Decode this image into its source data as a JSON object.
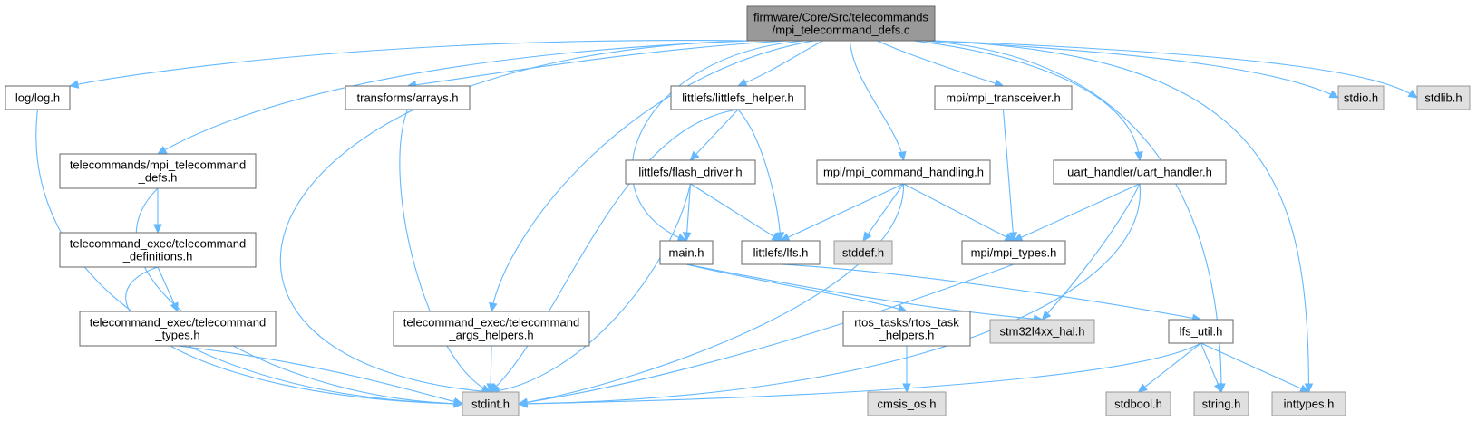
{
  "colors": {
    "edge": "#63b8ff",
    "root_fill": "#999999",
    "node_fill": "#ffffff",
    "node_border": "#666666",
    "system_fill": "#e0e0e0",
    "system_border": "#999999"
  },
  "nodes": [
    {
      "id": "root",
      "kind": "root",
      "lines": [
        "firmware/Core/Src/telecommands",
        "/mpi_telecommand_defs.c"
      ]
    },
    {
      "id": "log",
      "kind": "file",
      "lines": [
        "log/log.h"
      ]
    },
    {
      "id": "transforms",
      "kind": "file",
      "lines": [
        "transforms/arrays.h"
      ]
    },
    {
      "id": "littlefs_helper",
      "kind": "file",
      "lines": [
        "littlefs/littlefs_helper.h"
      ]
    },
    {
      "id": "mpi_transceiver",
      "kind": "file",
      "lines": [
        "mpi/mpi_transceiver.h"
      ]
    },
    {
      "id": "stdio",
      "kind": "system",
      "lines": [
        "stdio.h"
      ]
    },
    {
      "id": "stdlib",
      "kind": "system",
      "lines": [
        "stdlib.h"
      ]
    },
    {
      "id": "tc_defs_h",
      "kind": "file",
      "lines": [
        "telecommands/mpi_telecommand",
        "_defs.h"
      ]
    },
    {
      "id": "flash_driver",
      "kind": "file",
      "lines": [
        "littlefs/flash_driver.h"
      ]
    },
    {
      "id": "mpi_cmd_handling",
      "kind": "file",
      "lines": [
        "mpi/mpi_command_handling.h"
      ]
    },
    {
      "id": "uart_handler",
      "kind": "file",
      "lines": [
        "uart_handler/uart_handler.h"
      ]
    },
    {
      "id": "tc_definitions",
      "kind": "file",
      "lines": [
        "telecommand_exec/telecommand",
        "_definitions.h"
      ]
    },
    {
      "id": "main",
      "kind": "file",
      "lines": [
        "main.h"
      ]
    },
    {
      "id": "lfs",
      "kind": "file",
      "lines": [
        "littlefs/lfs.h"
      ]
    },
    {
      "id": "stddef",
      "kind": "system",
      "lines": [
        "stddef.h"
      ]
    },
    {
      "id": "mpi_types",
      "kind": "file",
      "lines": [
        "mpi/mpi_types.h"
      ]
    },
    {
      "id": "tc_types",
      "kind": "file",
      "lines": [
        "telecommand_exec/telecommand",
        "_types.h"
      ]
    },
    {
      "id": "tc_args",
      "kind": "file",
      "lines": [
        "telecommand_exec/telecommand",
        "_args_helpers.h"
      ]
    },
    {
      "id": "rtos",
      "kind": "file",
      "lines": [
        "rtos_tasks/rtos_task",
        "_helpers.h"
      ]
    },
    {
      "id": "stm32",
      "kind": "system",
      "lines": [
        "stm32l4xx_hal.h"
      ]
    },
    {
      "id": "lfs_util",
      "kind": "file",
      "lines": [
        "lfs_util.h"
      ]
    },
    {
      "id": "stdint",
      "kind": "system",
      "lines": [
        "stdint.h"
      ]
    },
    {
      "id": "cmsis",
      "kind": "system",
      "lines": [
        "cmsis_os.h"
      ]
    },
    {
      "id": "stdbool",
      "kind": "system",
      "lines": [
        "stdbool.h"
      ]
    },
    {
      "id": "string",
      "kind": "system",
      "lines": [
        "string.h"
      ]
    },
    {
      "id": "inttypes",
      "kind": "system",
      "lines": [
        "inttypes.h"
      ]
    }
  ],
  "edges": [
    {
      "from": "root",
      "to": "log"
    },
    {
      "from": "root",
      "to": "stdint"
    },
    {
      "from": "root",
      "to": "transforms"
    },
    {
      "from": "root",
      "to": "tc_defs_h"
    },
    {
      "from": "root",
      "to": "tc_args"
    },
    {
      "from": "root",
      "to": "main"
    },
    {
      "from": "root",
      "to": "littlefs_helper"
    },
    {
      "from": "root",
      "to": "mpi_cmd_handling"
    },
    {
      "from": "root",
      "to": "mpi_transceiver"
    },
    {
      "from": "root",
      "to": "uart_handler"
    },
    {
      "from": "root",
      "to": "string"
    },
    {
      "from": "root",
      "to": "inttypes"
    },
    {
      "from": "root",
      "to": "stdio"
    },
    {
      "from": "root",
      "to": "stdlib"
    },
    {
      "from": "log",
      "to": "stdint"
    },
    {
      "from": "transforms",
      "to": "stdint"
    },
    {
      "from": "tc_defs_h",
      "to": "tc_definitions"
    },
    {
      "from": "tc_defs_h",
      "to": "stdint"
    },
    {
      "from": "tc_definitions",
      "to": "tc_types"
    },
    {
      "from": "tc_definitions",
      "to": "stdint"
    },
    {
      "from": "tc_types",
      "to": "stdint"
    },
    {
      "from": "tc_args",
      "to": "stdint"
    },
    {
      "from": "littlefs_helper",
      "to": "flash_driver"
    },
    {
      "from": "littlefs_helper",
      "to": "lfs"
    },
    {
      "from": "littlefs_helper",
      "to": "stdint"
    },
    {
      "from": "flash_driver",
      "to": "main"
    },
    {
      "from": "flash_driver",
      "to": "lfs"
    },
    {
      "from": "flash_driver",
      "to": "stdint"
    },
    {
      "from": "main",
      "to": "stm32"
    },
    {
      "from": "main",
      "to": "rtos"
    },
    {
      "from": "rtos",
      "to": "cmsis"
    },
    {
      "from": "mpi_cmd_handling",
      "to": "lfs"
    },
    {
      "from": "mpi_cmd_handling",
      "to": "stddef"
    },
    {
      "from": "mpi_cmd_handling",
      "to": "mpi_types"
    },
    {
      "from": "mpi_cmd_handling",
      "to": "stdint"
    },
    {
      "from": "mpi_transceiver",
      "to": "mpi_types"
    },
    {
      "from": "mpi_types",
      "to": "stdint"
    },
    {
      "from": "uart_handler",
      "to": "mpi_types"
    },
    {
      "from": "uart_handler",
      "to": "stm32"
    },
    {
      "from": "uart_handler",
      "to": "stdint"
    },
    {
      "from": "lfs",
      "to": "lfs_util"
    },
    {
      "from": "lfs_util",
      "to": "stdint"
    },
    {
      "from": "lfs_util",
      "to": "stdbool"
    },
    {
      "from": "lfs_util",
      "to": "string"
    },
    {
      "from": "lfs_util",
      "to": "inttypes"
    }
  ]
}
